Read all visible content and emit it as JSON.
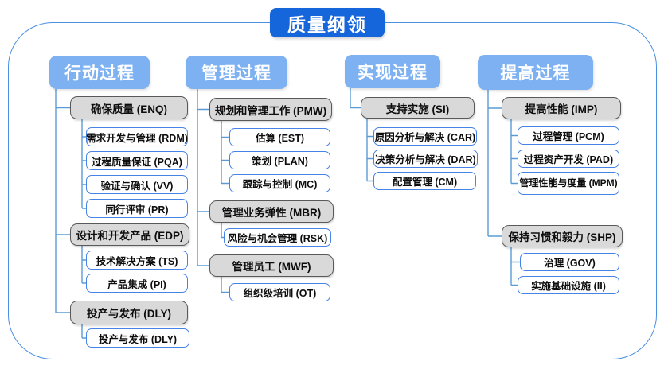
{
  "title": "质量纲领",
  "colors": {
    "title_bg": "#1565db",
    "header_bg": "#7eb1f2",
    "group_bg": "#d9d9d9",
    "group_border": "#595959",
    "leaf_border": "#4583e6",
    "connector": "#5b9bd5",
    "frame_border": "#4a90e2"
  },
  "columns": [
    {
      "header": "行动过程",
      "groups": [
        {
          "label": "确保质量 (ENQ)",
          "children": [
            "需求开发与管理 (RDM)",
            "过程质量保证 (PQA)",
            "验证与确认 (VV)",
            "同行评审 (PR)"
          ]
        },
        {
          "label": "设计和开发产品 (EDP)",
          "children": [
            "技术解决方案 (TS)",
            "产品集成 (PI)"
          ]
        },
        {
          "label": "投产与发布 (DLY)",
          "children": [
            "投产与发布 (DLY)"
          ]
        }
      ]
    },
    {
      "header": "管理过程",
      "groups": [
        {
          "label": "规划和管理工作 (PMW)",
          "children": [
            "估算 (EST)",
            "策划 (PLAN)",
            "跟踪与控制 (MC)"
          ]
        },
        {
          "label": "管理业务弹性 (MBR)",
          "children": [
            "风险与机会管理 (RSK)"
          ]
        },
        {
          "label": "管理员工 (MWF)",
          "children": [
            "组织级培训 (OT)"
          ]
        }
      ]
    },
    {
      "header": "实现过程",
      "groups": [
        {
          "label": "支持实施 (SI)",
          "children": [
            "原因分析与解决 (CAR)",
            "决策分析与解决 (DAR)",
            "配置管理 (CM)"
          ]
        }
      ]
    },
    {
      "header": "提高过程",
      "groups": [
        {
          "label": "提高性能 (IMP)",
          "children": [
            "过程管理 (PCM)",
            "过程资产开发 (PAD)",
            "管理性能与度量 (MPM)"
          ]
        },
        {
          "label": "保持习惯和毅力 (SHP)",
          "children": [
            "治理 (GOV)",
            "实施基础设施 (II)"
          ]
        }
      ]
    }
  ]
}
